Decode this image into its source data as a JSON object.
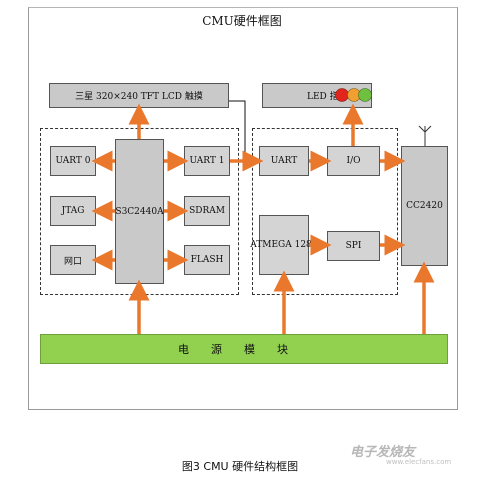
{
  "diagram": {
    "title": "CMU硬件框图",
    "caption": "图3 CMU 硬件结构框图",
    "watermark": "电子发烧友",
    "watermark_url": "www.elecfans.com",
    "colors": {
      "block": "#c9c9c9",
      "arrow": "#e9782c",
      "power": "#92d050",
      "led_red": "#e0261c",
      "led_orange": "#f0a030",
      "led_green": "#6fc040"
    },
    "blocks": {
      "lcd": "三星 320×240 TFT LCD 触摸",
      "led": "LED 指示",
      "uart0": "UART 0",
      "jtag": "JTAG",
      "netport": "网口",
      "cpu": "S3C2440A",
      "uart1": "UART 1",
      "sdram": "SDRAM",
      "flash": "FLASH",
      "uart_mcu": "UART",
      "io": "I/O",
      "atmega": "ATMEGA 128L",
      "spi": "SPI",
      "cc2420": "CC2420",
      "power": "电源模块"
    }
  }
}
